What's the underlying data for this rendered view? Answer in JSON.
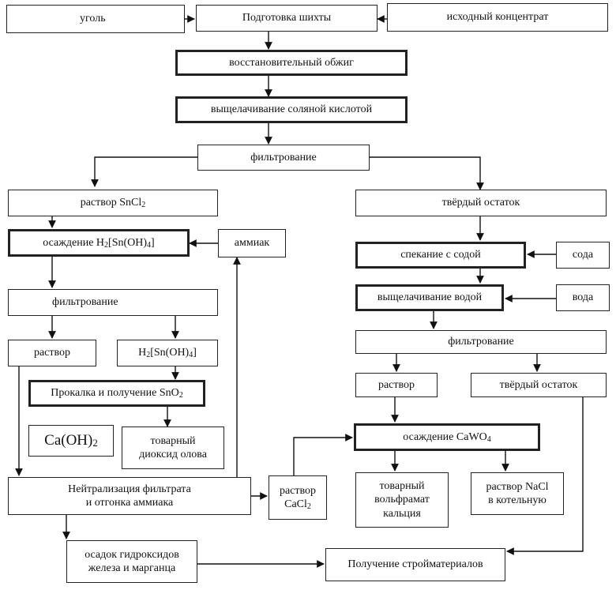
{
  "nodes": {
    "coal": "уголь",
    "charge_prep": "Подготовка шихты",
    "source_concentrate": "исходный концентрат",
    "reduction_roast": "восстановительный обжиг",
    "hcl_leach": "выщелачивание соляной кислотой",
    "filtration_1": "фильтрование",
    "sncl2_solution": {
      "prefix": "раствор SnCl",
      "sub": "2",
      "suffix": ""
    },
    "solid_residue_1": "твёрдый остаток",
    "precip_sn": {
      "prefix": "осаждение H",
      "sub1": "2",
      "mid": "[Sn(OH)",
      "sub2": "4",
      "suffix": "]"
    },
    "ammonia": "аммиак",
    "sinter_soda": "спекание с содой",
    "soda": "сода",
    "filtration_2": "фильтрование",
    "water_leach": "выщелачивание водой",
    "water": "вода",
    "solution_1": "раствор",
    "h2snoh4": {
      "prefix": "H",
      "sub1": "2",
      "mid": "[Sn(OH)",
      "sub2": "4",
      "suffix": "]"
    },
    "filtration_3": "фильтрование",
    "calcination": {
      "prefix": "Прокалка и получение SnO",
      "sub": "2",
      "suffix": ""
    },
    "solution_2": "раствор",
    "solid_residue_2": "твёрдый остаток",
    "caoh2": {
      "prefix": "Ca(OH)",
      "sub": "2",
      "suffix": ""
    },
    "commercial_sno2": "товарный\nдиоксид олова",
    "precip_cawo4": {
      "prefix": "осаждение CaWO",
      "sub": "4",
      "suffix": ""
    },
    "neutralization": "Нейтрализация фильтрата\nи отгонка аммиака",
    "cacl2_solution": {
      "prefix": "раствор\nCaCl",
      "sub": "2",
      "suffix": ""
    },
    "commercial_cawo4": "товарный\nвольфрамат\nкальция",
    "nacl_solution": "раствор NaCl\nв котельную",
    "hydroxide_precip": "осадок гидроксидов\nжелеза и марганца",
    "building_materials": "Получение стройматериалов"
  }
}
